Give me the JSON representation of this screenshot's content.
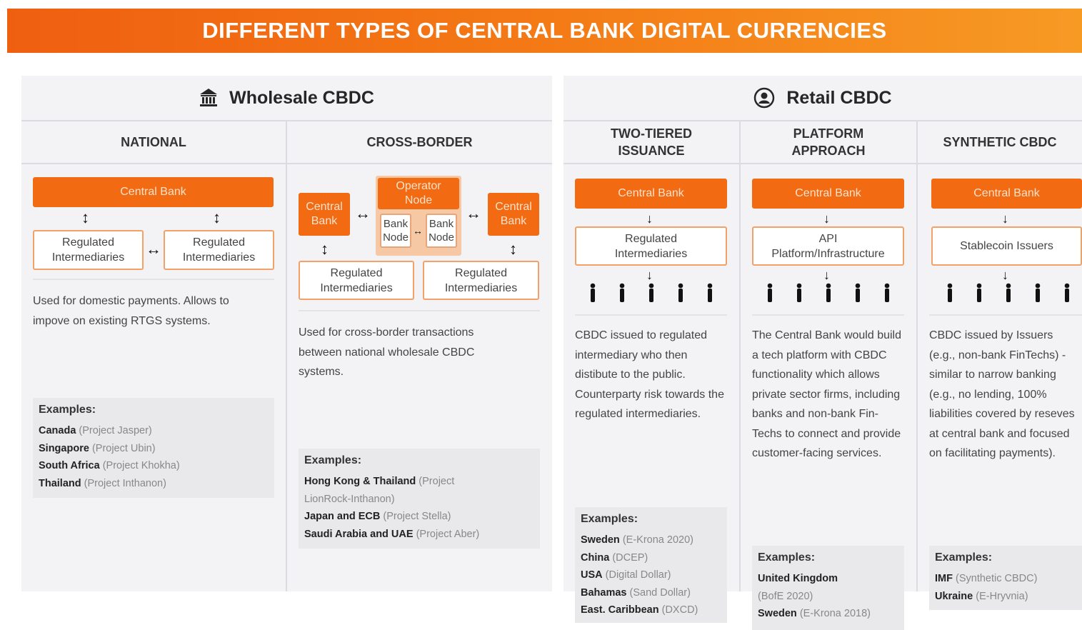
{
  "title": "DIFFERENT TYPES OF CENTRAL BANK DIGITAL CURRENCIES",
  "wholesale": {
    "title": "Wholesale CBDC",
    "icon": "bank-icon",
    "national": {
      "heading": "NATIONAL",
      "central_bank": "Central Bank",
      "intermediary_left": "Regulated\nIntermediaries",
      "intermediary_right": "Regulated\nIntermediaries",
      "description": "Used for domestic payments. Allows to impove on existing RTGS systems.",
      "examples_title": "Examples:",
      "examples": [
        {
          "country": "Canada",
          "project": "(Project Jasper)"
        },
        {
          "country": "Singapore",
          "project": "(Project Ubin)"
        },
        {
          "country": "South Africa",
          "project": "(Project Khokha)"
        },
        {
          "country": "Thailand",
          "project": "(Project Inthanon)"
        }
      ]
    },
    "cross_border": {
      "heading": "CROSS-BORDER",
      "central_bank_left": "Central\nBank",
      "operator_node": "Operator\nNode",
      "bank_node_left": "Bank\nNode",
      "bank_node_right": "Bank\nNode",
      "central_bank_right": "Central\nBank",
      "intermediary_left": "Regulated\nIntermediaries",
      "intermediary_right": "Regulated\nIntermediaries",
      "description": "Used for cross-border transactions between national wholesale CBDC systems.",
      "examples_title": "Examples:",
      "examples": [
        {
          "country": "Hong Kong & Thailand",
          "project": "(Project"
        },
        {
          "country": "",
          "project": "LionRock-Inthanon)"
        },
        {
          "country": "Japan and ECB",
          "project": "(Project Stella)"
        },
        {
          "country": "Saudi Arabia and UAE",
          "project": "(Project Aber)"
        }
      ]
    }
  },
  "retail": {
    "title": "Retail CBDC",
    "icon": "user-circle-icon",
    "two_tiered": {
      "heading": "TWO-TIERED\nISSUANCE",
      "central_bank": "Central Bank",
      "middle_box": "Regulated\nIntermediaries",
      "description": "CBDC issued to regulated intermediary who then distibute to the public. Counterparty risk towards the regulated intermediaries.",
      "examples_title": "Examples:",
      "examples": [
        {
          "country": "Sweden",
          "project": "(E-Krona 2020)"
        },
        {
          "country": "China",
          "project": "(DCEP)"
        },
        {
          "country": "USA",
          "project": "(Digital Dollar)"
        },
        {
          "country": "Bahamas",
          "project": "(Sand Dollar)"
        },
        {
          "country": "East. Caribbean",
          "project": "(DXCD)"
        }
      ]
    },
    "platform": {
      "heading": "PLATFORM\nAPPROACH",
      "central_bank": "Central Bank",
      "middle_box": "API\nPlatform/Infrastructure",
      "description": "The Central Bank would build a tech platform with CBDC functionality which allows private sector firms, including banks and non-bank Fin-Techs to connect and provide customer-facing services.",
      "examples_title": "Examples:",
      "examples": [
        {
          "country": "United Kingdom",
          "project": ""
        },
        {
          "country": "",
          "project": "(BofE 2020)"
        },
        {
          "country": "Sweden",
          "project": "(E-Krona 2018)"
        }
      ]
    },
    "synthetic": {
      "heading": "SYNTHETIC CBDC",
      "central_bank": "Central Bank",
      "middle_box": "Stablecoin Issuers",
      "description": "CBDC issued by Issuers (e.g., non-bank FinTechs) - similar to narrow banking (e.g., no lending, 100% liabilities covered by reseves at central bank and focused on facilitating payments).",
      "examples_title": "Examples:",
      "examples": [
        {
          "country": "IMF",
          "project": "(Synthetic CBDC)"
        },
        {
          "country": "Ukraine",
          "project": "(E-Hryvnia)"
        }
      ]
    }
  },
  "colors": {
    "accent": "#f26a12",
    "box_border": "#f2a169",
    "panel": "#f3f3f5"
  }
}
